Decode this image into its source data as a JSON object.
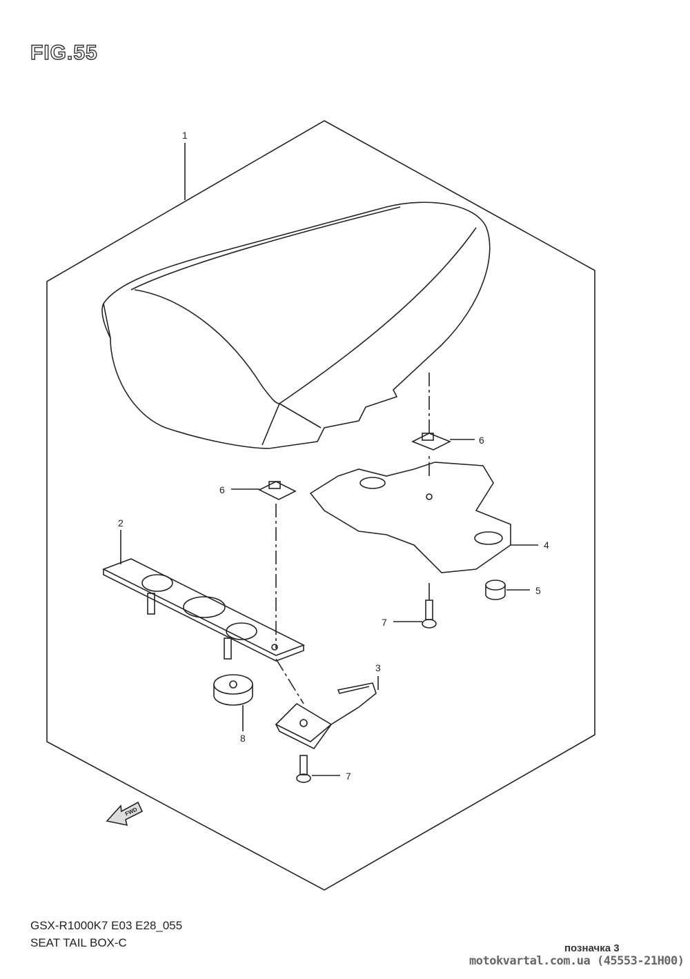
{
  "figure_title": "FIG.55",
  "model_code": "GSX-R1000K7 E03 E28_055",
  "section_title": "SEAT TAIL BOX-C",
  "watermark_label": "позначка 3",
  "watermark_site": "motokvartal.com.ua (45553-21H00)",
  "direction_arrow": "FWD",
  "callouts": {
    "c1": "1",
    "c2": "2",
    "c3": "3",
    "c4": "4",
    "c5": "5",
    "c6a": "6",
    "c6b": "6",
    "c7a": "7",
    "c7b": "7",
    "c8": "8"
  }
}
